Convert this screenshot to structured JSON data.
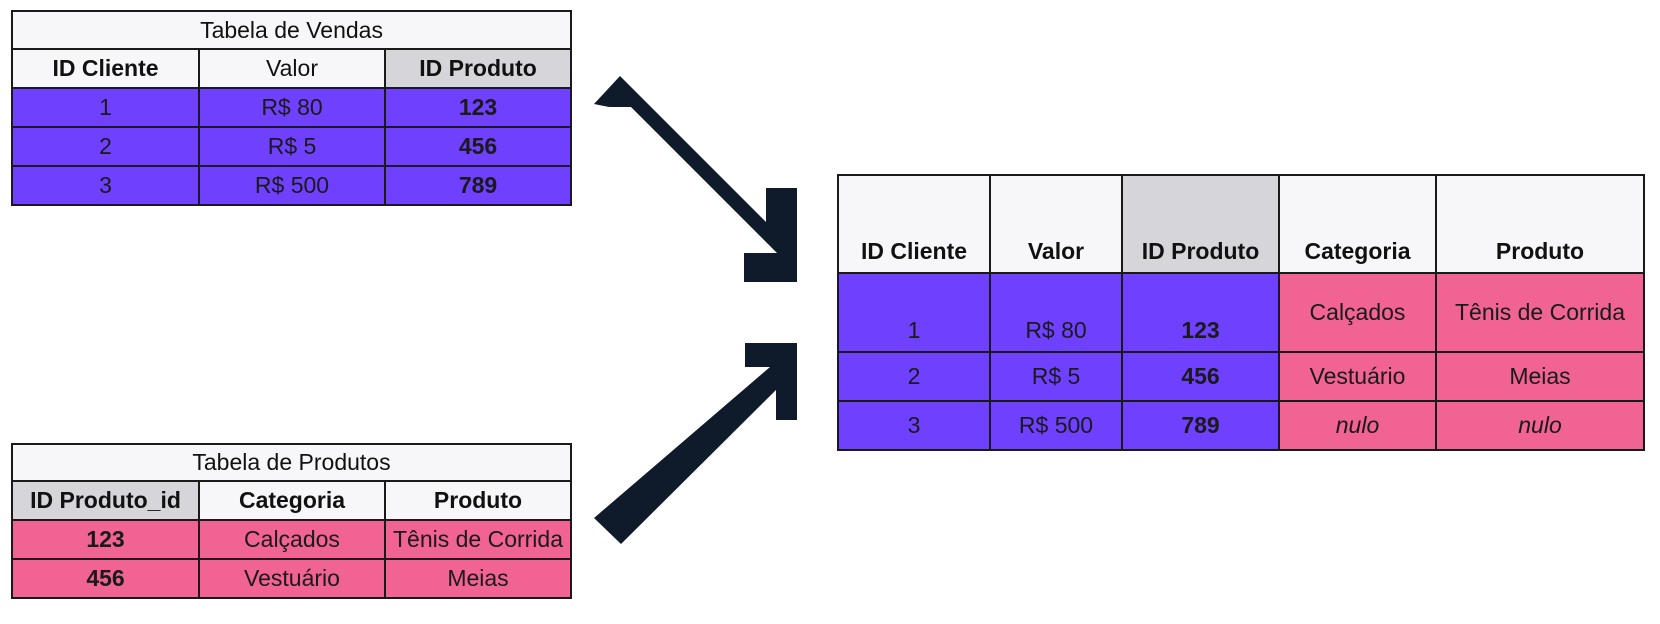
{
  "sales_table": {
    "title": "Tabela de Vendas",
    "headers": [
      "ID Cliente",
      "Valor",
      "ID Produto"
    ],
    "rows": [
      [
        "1",
        "R$ 80",
        "123"
      ],
      [
        "2",
        "R$ 5",
        "456"
      ],
      [
        "3",
        "R$ 500",
        "789"
      ]
    ]
  },
  "products_table": {
    "title": "Tabela de Produtos",
    "headers": [
      "ID Produto_id",
      "Categoria",
      "Produto"
    ],
    "rows": [
      [
        "123",
        "Calçados",
        "Tênis de Corrida"
      ],
      [
        "456",
        "Vestuário",
        "Meias"
      ]
    ]
  },
  "result_table": {
    "headers": [
      "ID Cliente",
      "Valor",
      "ID Produto",
      "Categoria",
      "Produto"
    ],
    "rows": [
      [
        "1",
        "R$ 80",
        "123",
        "Calçados",
        "Tênis de Corrida"
      ],
      [
        "2",
        "R$ 5",
        "456",
        "Vestuário",
        "Meias"
      ],
      [
        "3",
        "R$ 500",
        "789",
        "nulo",
        "nulo"
      ]
    ]
  },
  "colors": {
    "sales_rows": "#7040ff",
    "product_rows": "#f06392",
    "header_bg": "#f7f7f9",
    "key_header_bg": "#d6d6da",
    "arrow": "#0f1b2b"
  },
  "icons": [
    "arrow-down-right-icon",
    "arrow-up-right-icon"
  ]
}
